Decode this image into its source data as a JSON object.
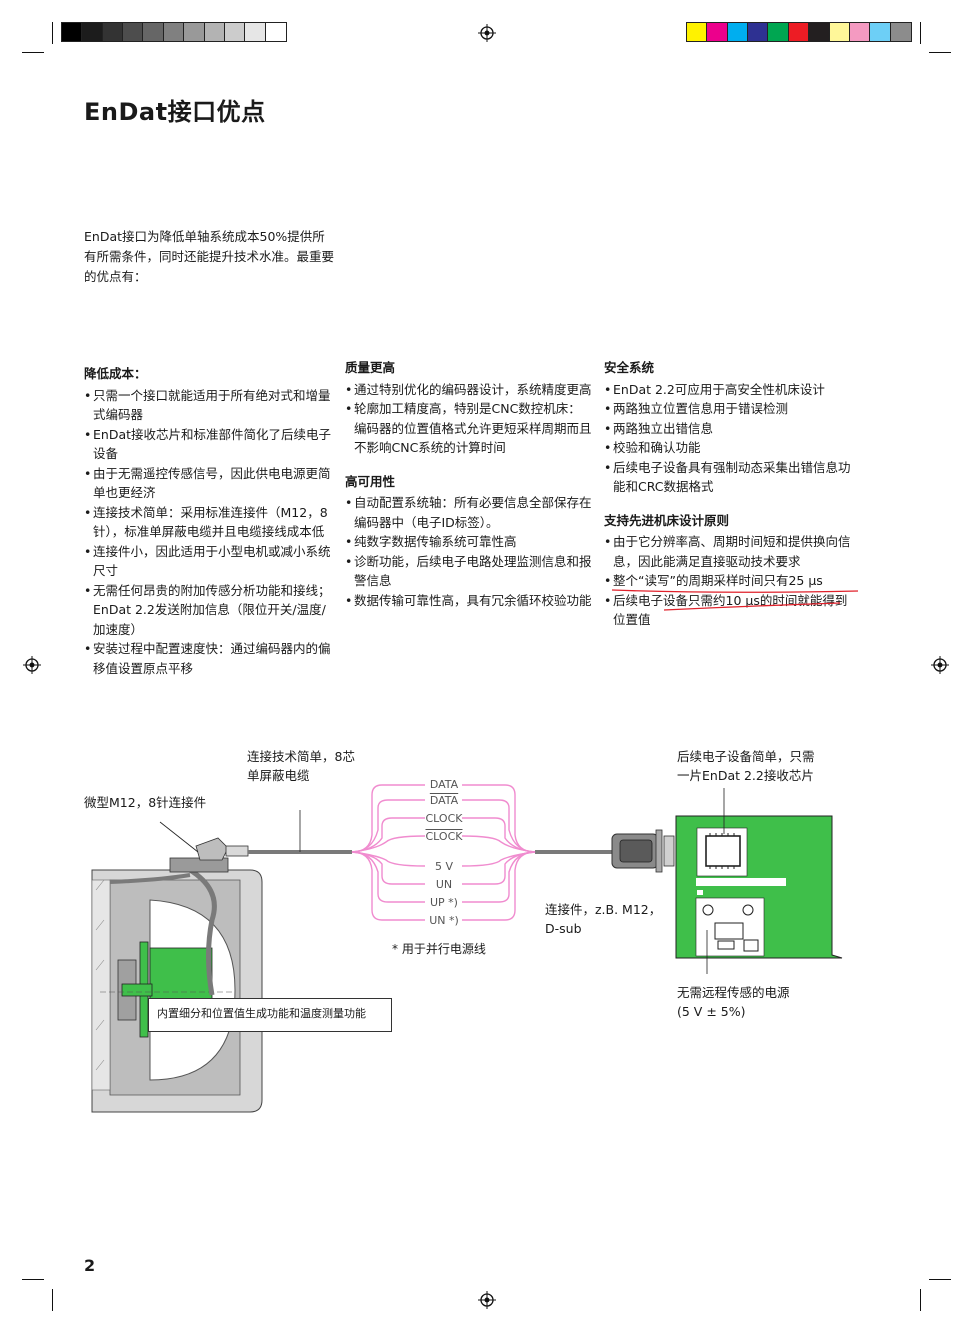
{
  "title": "EnDat接口优点",
  "intro": "EnDat接口为降低单轴系统成本50%提供所有所需条件，同时还能提升技术水准。最重要的优点有：",
  "columns": [
    {
      "sections": [
        {
          "heading": "降低成本：",
          "items": [
            "只需一个接口就能适用于所有绝对式和增量式编码器",
            "EnDat接收芯片和标准部件简化了后续电子设备",
            "由于无需遥控传感信号，因此供电电源更简单也更经济",
            "连接技术简单：采用标准连接件（M12，8针），标准单屏蔽电缆并且电缆接线成本低",
            "连接件小，因此适用于小型电机或减小系统尺寸",
            "无需任何昂贵的附加传感分析功能和接线；EnDat 2.2发送附加信息（限位开关/温度/加速度）",
            "安装过程中配置速度快：通过编码器内的偏移值设置原点平移"
          ]
        }
      ]
    },
    {
      "sections": [
        {
          "heading": "质量更高",
          "items": [
            "通过特别优化的编码器设计，系统精度更高",
            " 轮廓加工精度高，特别是CNC数控机床：编码器的位置值格式允许更短采样周期而且不影响CNC系统的计算时间"
          ]
        },
        {
          "heading": "高可用性",
          "items": [
            "自动配置系统轴：所有必要信息全部保存在编码器中（电子ID标签）。",
            "纯数字数据传输系统可靠性高",
            "诊断功能，后续电子电路处理监测信息和报警信息",
            "数据传输可靠性高，具有冗余循环校验功能"
          ]
        }
      ]
    },
    {
      "sections": [
        {
          "heading": "安全系统",
          "items": [
            "EnDat 2.2可应用于高安全性机床设计",
            "两路独立位置信息用于错误检测",
            "两路独立出错信息",
            "校验和确认功能",
            "后续电子设备具有强制动态采集出错信息功能和CRC数据格式"
          ]
        },
        {
          "heading": "支持先进机床设计原则",
          "items": [
            "由于它分辨率高、周期时间短和提供换向信息，因此能满足直接驱动技术要求",
            "整个“读写”的周期采样时间只有25 µs",
            "后续电子设备只需约10 µs的时间就能得到位置值"
          ]
        }
      ]
    }
  ],
  "diagram": {
    "label_cable": "连接技术简单，8芯\n单屏蔽电缆",
    "label_connector": "微型M12，8针连接件",
    "label_subsequent": "后续电子设备简单，只需\n一片EnDat 2.2接收芯片",
    "label_plug": "连接件，z.B. M12，\nD-sub",
    "label_power": "无需远程传感的电源\n(5 V ± 5%)",
    "label_footnote": "*  用于并行电源线",
    "label_encoder": "内置细分和位置值生成功能和温度测量功能",
    "signals": [
      "DATA",
      "DATA",
      "CLOCK",
      "CLOCK",
      "5 V",
      "UN",
      "UP *)",
      "UN *)"
    ],
    "colors": {
      "green": "#3fbf4a",
      "pink": "#f08ccf",
      "cable": "#7a7a7a",
      "encoder_body": "#cfcfcf",
      "red_underline": "#e0202a"
    }
  },
  "page_number": "2",
  "color_bar": {
    "grays": [
      "#000000",
      "#1c1c1c",
      "#333333",
      "#4d4d4d",
      "#666666",
      "#808080",
      "#999999",
      "#b3b3b3",
      "#cccccc",
      "#e6e6e6",
      "#ffffff"
    ],
    "process": [
      "#fff200",
      "#ec008c",
      "#00aeef",
      "#2e3192",
      "#00a651",
      "#ed1c24",
      "#231f20",
      "#fff799",
      "#f49ac1",
      "#6dcff6",
      "#8c8c8c"
    ]
  }
}
